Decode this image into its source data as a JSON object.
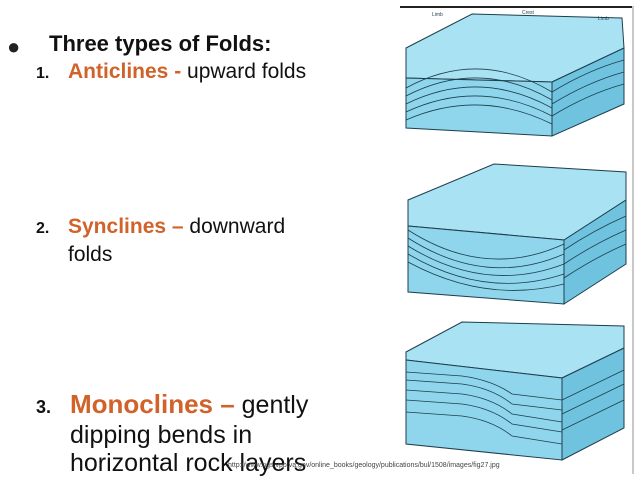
{
  "slide": {
    "heading": "Three types of Folds:",
    "items": [
      {
        "number": "1.",
        "term": "Anticlines -",
        "desc": " upward folds"
      },
      {
        "number": "2.",
        "term": "Synclines –",
        "desc": " downward",
        "desc2": "folds"
      },
      {
        "number": "3.",
        "term": "Monoclines –",
        "desc": " gently",
        "desc2": "dipping bends in",
        "desc3": "horizontal rock layers"
      }
    ],
    "source": "http://www.ngs.vpp.va.gov/online_books/geology/publications/bul/1508/images/fig27.jpg"
  },
  "diagrams": {
    "anticline_labels": {
      "limb_left": "Limb",
      "crest": "Crest",
      "limb_right": "Limb"
    }
  },
  "colors": {
    "accent": "#d0622a",
    "rock": "#8fd6ec",
    "rock_dark": "#5fb2cf",
    "outline": "#1d3e4d"
  }
}
